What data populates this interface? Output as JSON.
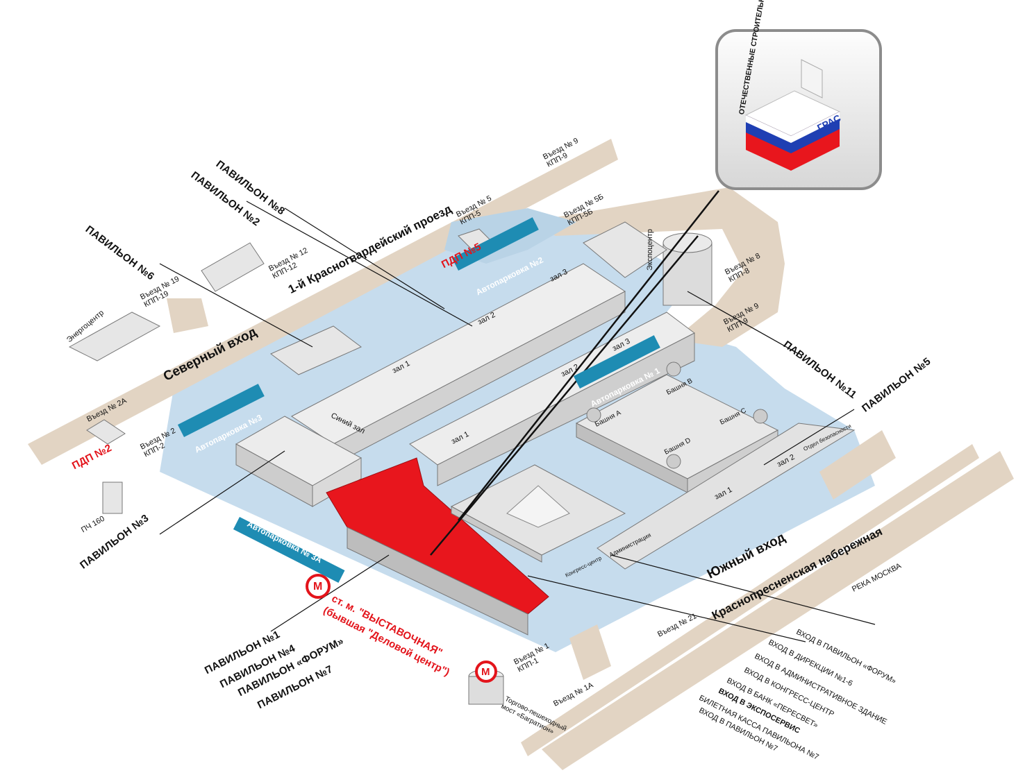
{
  "pavilions": {
    "p8": "ПАВИЛЬОН №8",
    "p2": "ПАВИЛЬОН №2",
    "p6": "ПАВИЛЬОН №6",
    "p11": "ПАВИЛЬОН №11",
    "p5": "ПАВИЛЬОН №5",
    "p3": "ПАВИЛЬОН №3",
    "p1": "ПАВИЛЬОН №1",
    "p4": "ПАВИЛЬОН №4",
    "forum": "ПАВИЛЬОН «ФОРУМ»",
    "p7": "ПАВИЛЬОН №7"
  },
  "exits": {
    "e9": "Въезд № 9\nКПП-9",
    "e5": "Въезд № 5\nКПП-5",
    "e5b": "Въезд № 5Б\nКПП-5Б",
    "e12": "Въезд № 12\nКПП-12",
    "e19": "Въезд № 19\nКПП-19",
    "e8": "Въезд № 8\nКПП-8",
    "e9b": "Въезд № 9\nКПП-9",
    "e2a": "Въезд № 2А",
    "e2": "Въезд № 2\nКПП-2",
    "e1": "Въезд № 1\nКПП-1",
    "e21": "Въезд № 21",
    "e1a": "Въезд № 1А"
  },
  "roads": {
    "krasnogv": "1-й Красногвардейский проезд",
    "north": "Северный вход",
    "south": "Южный вход",
    "embank": "Краснопресненская набережная",
    "river": "РЕКА МОСКВА"
  },
  "pdp": {
    "pdp5": "ПДП №5",
    "pdp2": "ПДП №2"
  },
  "parking": {
    "ap2": "Автопарковка №2",
    "ap1": "Автопарковка № 1",
    "ap3": "Автопарковка №3",
    "ap3a": "Автопарковка № 3А"
  },
  "halls": {
    "z3a": "зал 3",
    "z2a": "зал 2",
    "z1a": "зал 1",
    "z3b": "зал 3",
    "z2b": "зал 2",
    "z1b": "зал 1",
    "blue": "Синий зал",
    "z2c": "зал 2",
    "z1c": "зал 1"
  },
  "towers": {
    "a": "Башня А",
    "b": "Башня В",
    "c": "Башня С",
    "d": "Башня D"
  },
  "misc": {
    "energy": "Энергоцентр",
    "pch": "ПЧ 160",
    "expo": "Экспоцентр",
    "admin": "Администрация",
    "congress": "Конгресс-центр",
    "security": "Отдел безопасности"
  },
  "metro": {
    "line1": "ст. м. \"ВЫСТАВОЧНАЯ\"",
    "line2": "(бывшая \"Деловой центр\")",
    "letter": "М",
    "bridge": "Торгово-пешеходный\nмост «Багратион»"
  },
  "entrances": [
    "ВХОД В ПАВИЛЬОН «ФОРУМ»",
    "ВХОД В ДИРЕКЦИИ №1-6",
    "ВХОД В АДМИНИСТРАТИВНОЕ ЗДАНИЕ",
    "ВХОД В КОНГРЕСС-ЦЕНТР",
    "ВХОД В БАНК «ПЕРЕСВЕТ»",
    "ВХОД В ЭКСПОСЕРВИС",
    "БИЛЕТНАЯ КАССА ПАВИЛЬОНА №7",
    "ВХОД В ПАВИЛЬОН №7"
  ],
  "logo": {
    "arc": "ОТЕЧЕСТВЕННЫЕ СТРОИТЕЛЬНЫЕ МАТЕРИАЛЫ",
    "brand": "ГРАС"
  },
  "colors": {
    "road": "#e0d2c2",
    "ground": "#c6dced",
    "building": "#e9e9e9",
    "highlight": "#e8161d",
    "parking": "#1e8cb3",
    "red_text": "#e3141b"
  }
}
